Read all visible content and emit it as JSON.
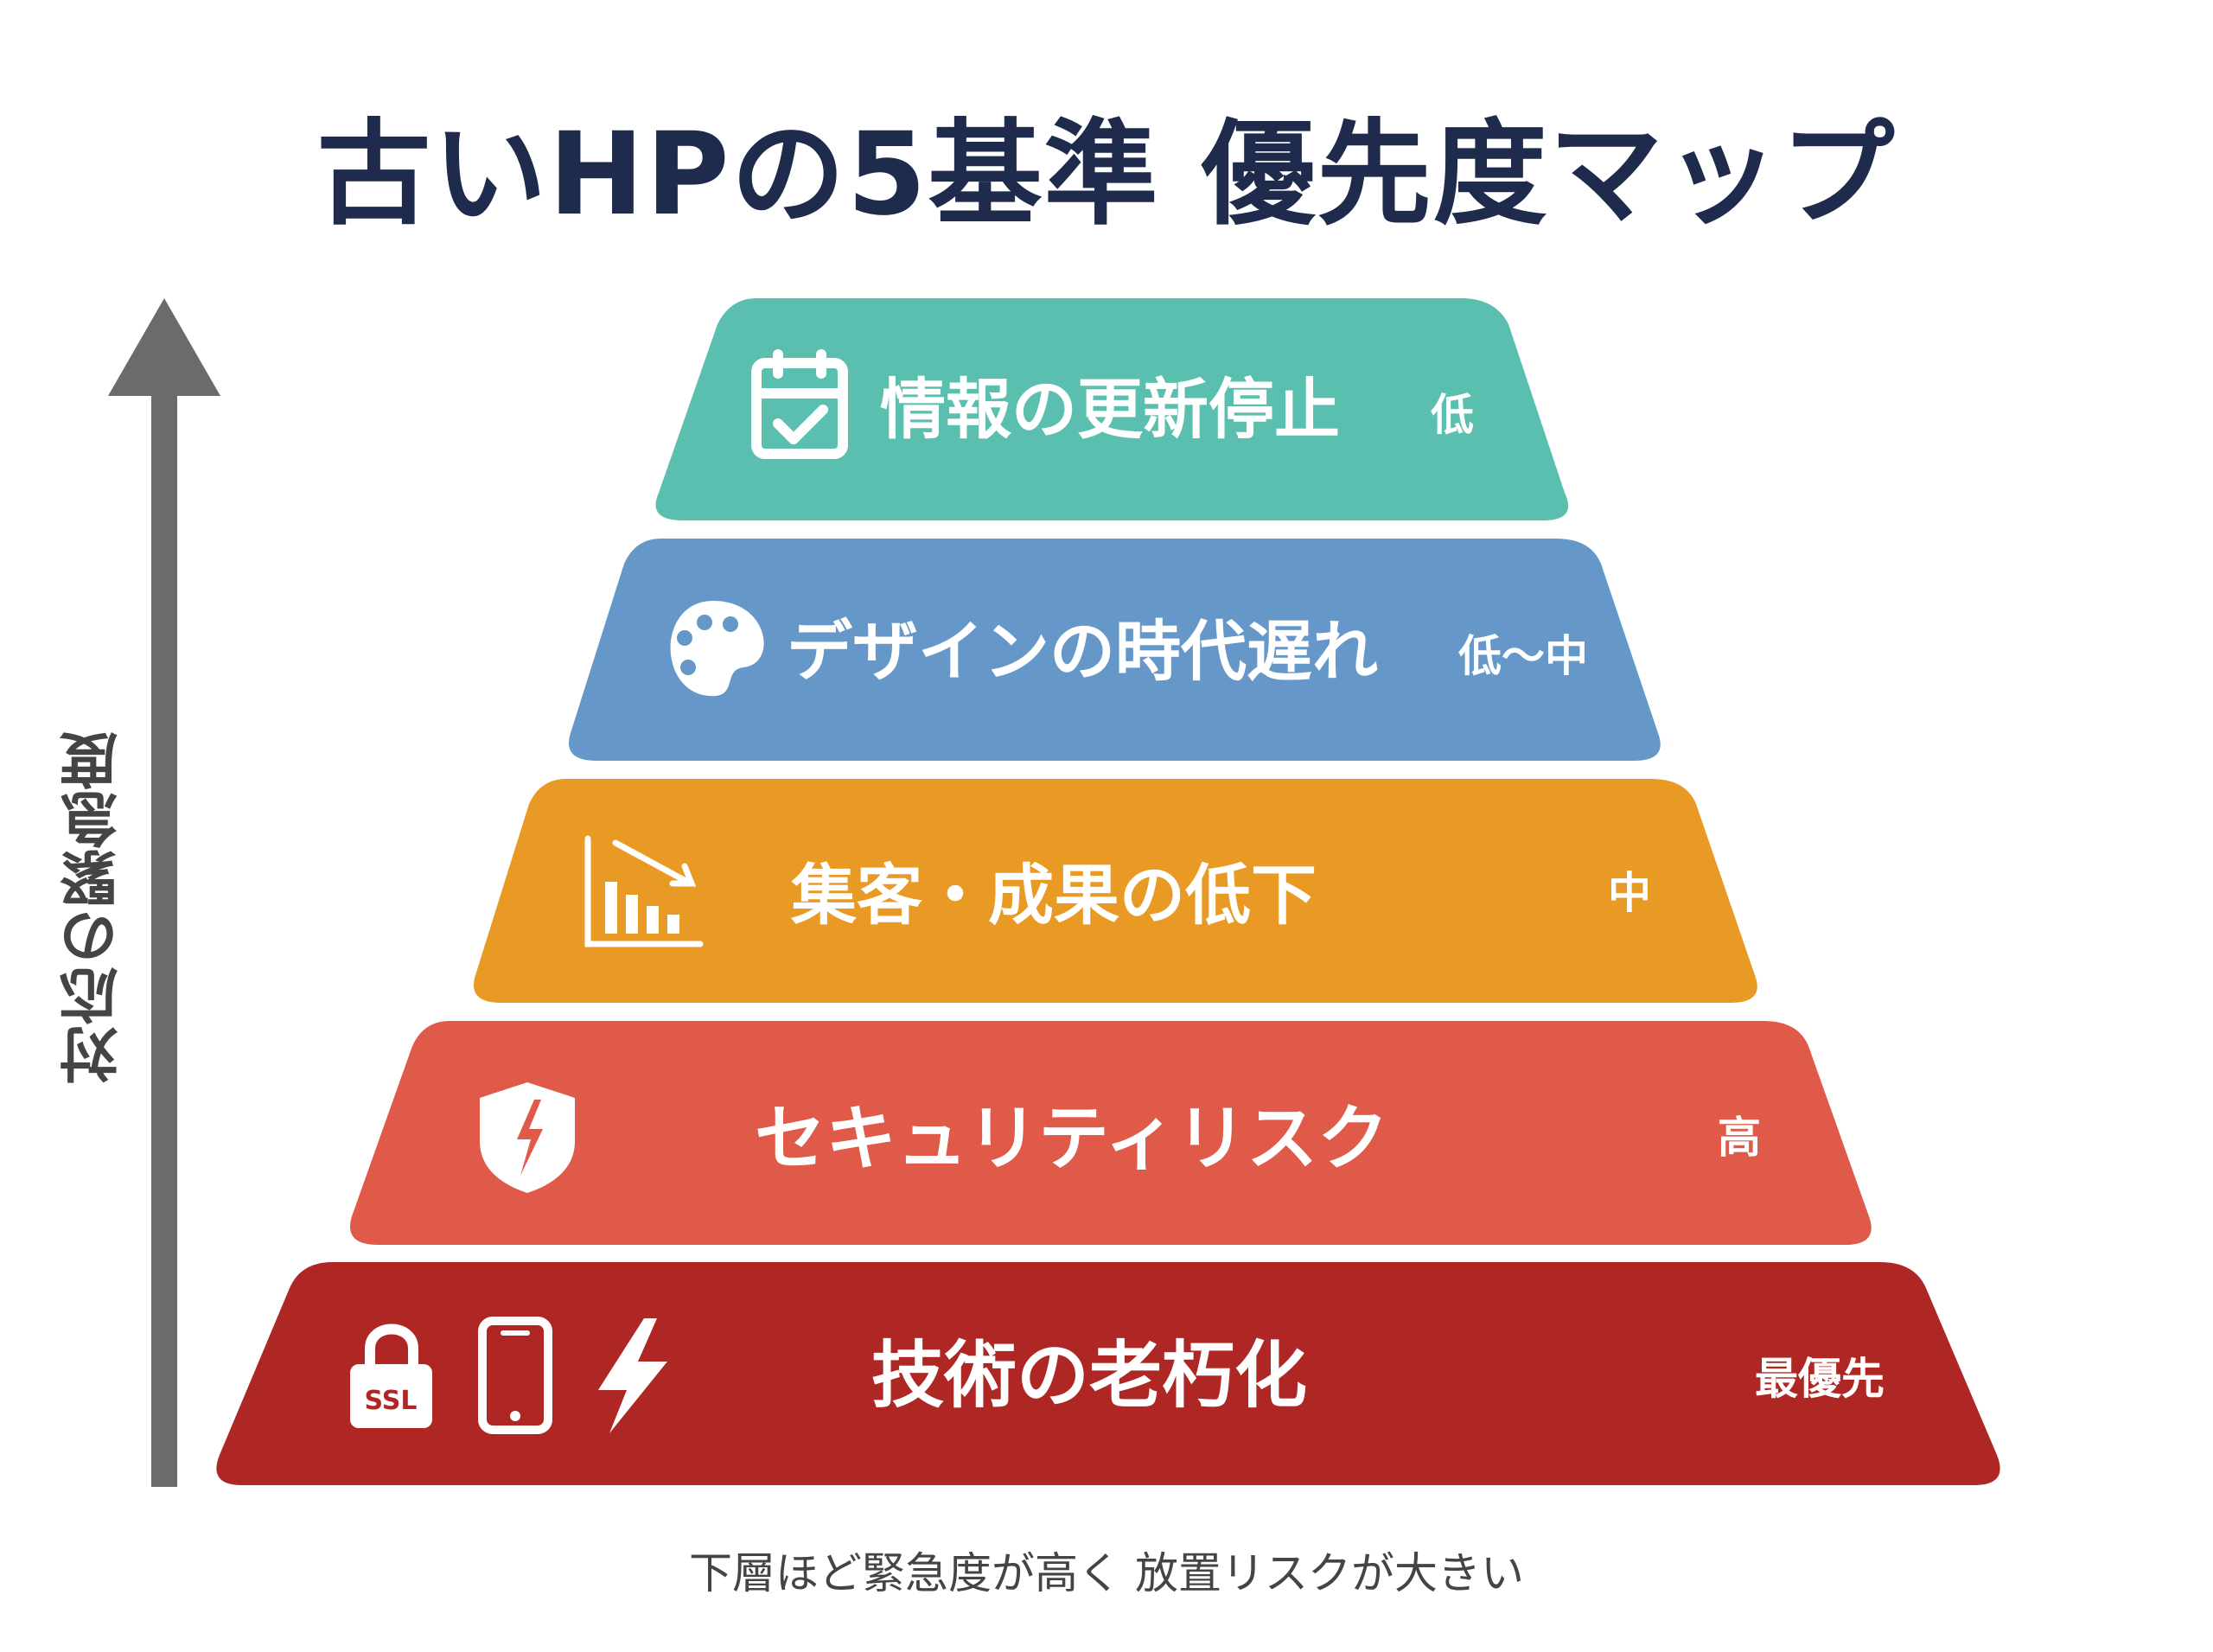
{
  "title": "古いHPの5基準 優先度マップ",
  "axis_label": "対応の緊急度",
  "footer": "下層ほど緊急度が高く 放置リスクが大きい",
  "tiers": [
    {
      "label": "情報の更新停止",
      "priority": "低",
      "color": "#5bbfaf",
      "icons": [
        "calendar-check-icon"
      ]
    },
    {
      "label": "デザインの時代遅れ",
      "priority": "低〜中",
      "color": "#6598c9",
      "icons": [
        "palette-icon"
      ]
    },
    {
      "label": "集客・成果の低下",
      "priority": "中",
      "color": "#e89a24",
      "icons": [
        "chart-down-icon"
      ]
    },
    {
      "label": "セキュリティリスク",
      "priority": "高",
      "color": "#e05a4a",
      "icons": [
        "shield-broken-icon"
      ]
    },
    {
      "label": "技術の老朽化",
      "priority": "最優先",
      "color": "#ae2724",
      "icons": [
        "ssl-lock-icon",
        "smartphone-icon",
        "lightning-icon"
      ]
    }
  ],
  "ssl_text": "SSL"
}
